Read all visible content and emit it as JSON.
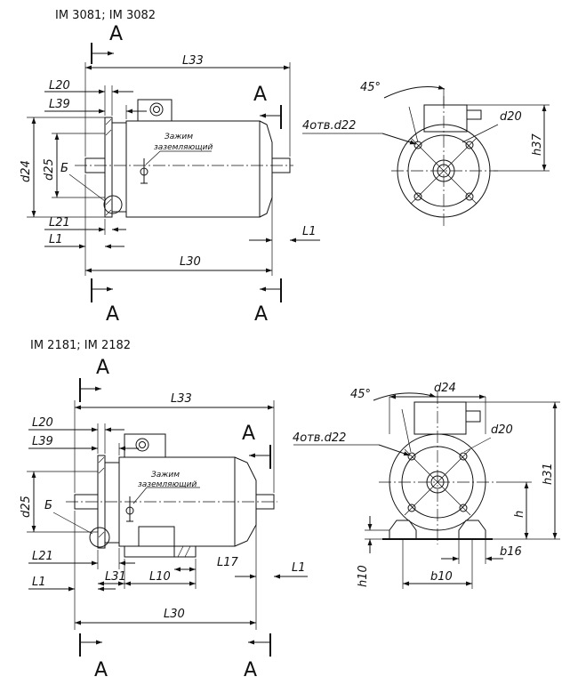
{
  "top": {
    "title": "IM 3081; IM 3082",
    "section_letter": "A",
    "dims": {
      "l33": "L33",
      "l20": "L20",
      "l39": "L39",
      "l21": "L21",
      "l1": "L1",
      "l30": "L30",
      "l1_right": "L1",
      "d24": "d24",
      "d25": "d25",
      "b": "Б",
      "angle": "45°",
      "holes": "4отв.d22",
      "d20": "d20",
      "h37": "h37"
    },
    "terminal_note_1": "Зажим",
    "terminal_note_2": "заземляющий"
  },
  "bottom": {
    "title": "IM 2181; IM 2182",
    "section_letter": "A",
    "dims": {
      "l33": "L33",
      "l20": "L20",
      "l39": "L39",
      "l21": "L21",
      "l1": "L1",
      "l31": "L31",
      "l10": "L10",
      "l17": "L17",
      "l1_right": "L1",
      "l30": "L30",
      "d25": "d25",
      "b": "Б",
      "angle": "45°",
      "d24": "d24",
      "holes": "4отв.d22",
      "d20": "d20",
      "h31": "h31",
      "h": "h",
      "h10": "h10",
      "b10": "b10",
      "b16": "b16"
    },
    "terminal_note_1": "Зажим",
    "terminal_note_2": "заземляющий"
  }
}
